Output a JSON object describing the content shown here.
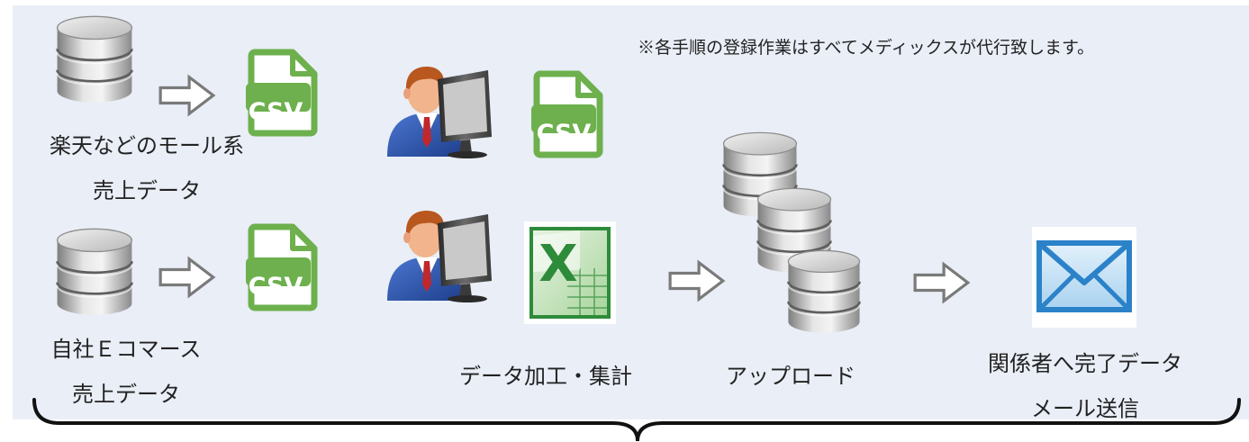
{
  "note": "※各手順の登録作業はすべてメディックスが代行致します。",
  "sources": {
    "mall": {
      "line1": "楽天などのモール系",
      "line2": "売上データ"
    },
    "ec": {
      "line1": "自社Ｅコマース",
      "line2": "売上データ"
    }
  },
  "steps": {
    "process": "データ加工・集計",
    "upload": "アップロード",
    "mail": {
      "line1": "関係者へ完了データ",
      "line2": "メール送信"
    }
  },
  "icons": {
    "csv_text": "CSV",
    "excel_letter": "X",
    "database": "database-icon",
    "csv": "csv-file-icon",
    "user": "user-at-computer-icon",
    "excel": "excel-icon",
    "mail": "mail-envelope-icon",
    "arrow": "arrow-right-icon"
  },
  "colors": {
    "csv_green": "#6db04d",
    "excel_green": "#2e8b3a",
    "mail_blue": "#2b82c9",
    "arrow_gray": "#7a7a7a"
  }
}
